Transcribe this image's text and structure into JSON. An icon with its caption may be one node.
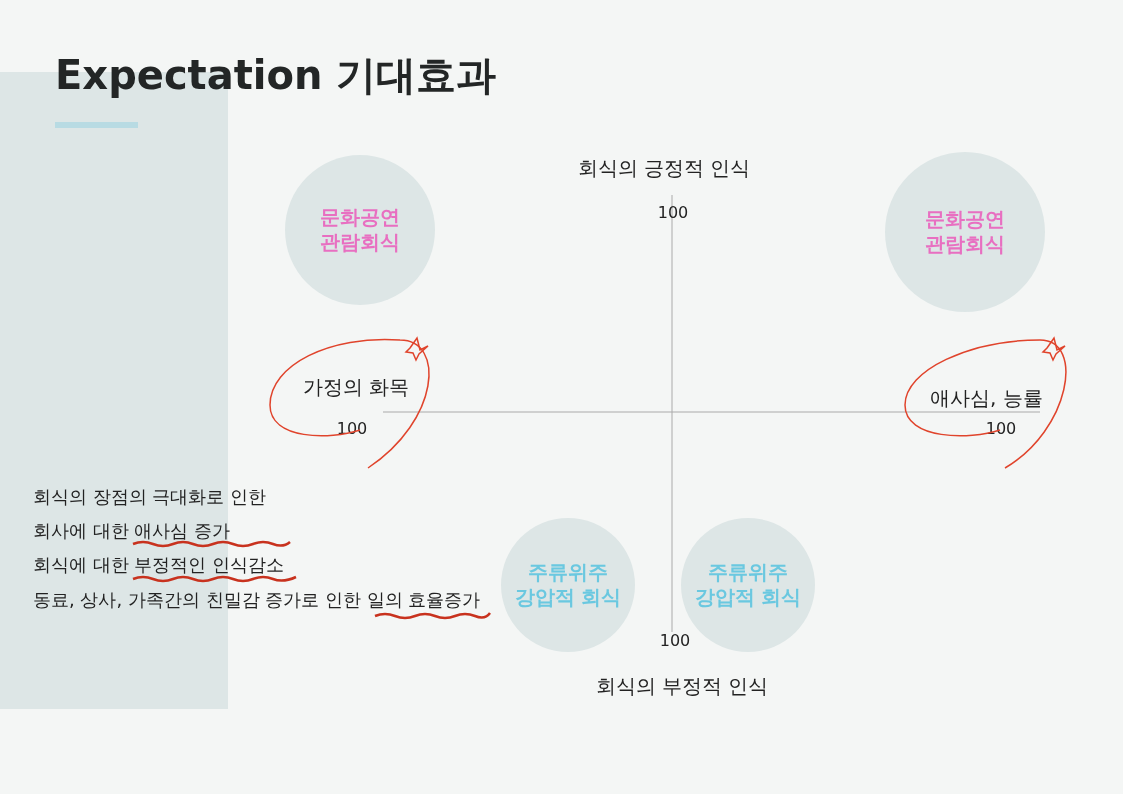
{
  "diagram": {
    "title": "Expectation 기대효과",
    "nodes": [
      {
        "text": [
          "문화공연 관람회식"
        ]
      },
      {
        "text": [
          "문화공연 관람회식"
        ]
      },
      {
        "text": [
          "주류위주 강압적 회식"
        ]
      },
      {
        "text": [
          "주류위주 강압적 회식"
        ]
      }
    ],
    "labels": [
      "회식의 긍정적 인식",
      "100",
      "가정의 화목",
      "애사심, 능률",
      "100",
      "100",
      "회식의 장점의 극대화로 인한",
      "회사에 대한 애사심 증가",
      "회식에 대한 부정적인 인식감소",
      "동료, 상사, 가족간의 친밀감 증가로 인한 일의 효율증가",
      "100",
      "회식의 부정적 인식"
    ]
  }
}
